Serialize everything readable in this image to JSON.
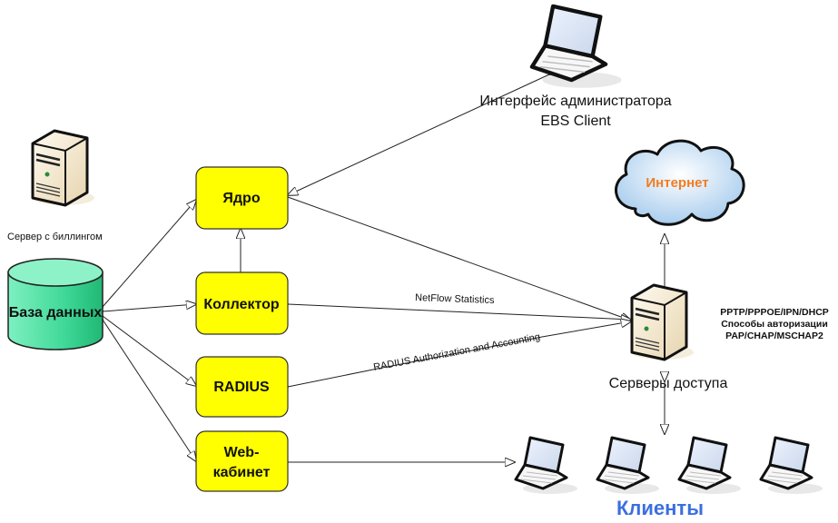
{
  "diagram": {
    "nodes": {
      "billing_server_caption": "Сервер с биллингом",
      "database": "База данных",
      "core": "Ядро",
      "collector": "Коллектор",
      "radius": "RADIUS",
      "web_cabinet_line1": "Web-",
      "web_cabinet_line2": "кабинет",
      "admin_line1": "Интерфейс администратора",
      "admin_line2": "EBS Client",
      "internet": "Интернет",
      "access_servers": "Серверы доступа",
      "protocols_line1": "PPTP/PPPOE/IPN/DHCP",
      "protocols_line2": "Способы авторизации",
      "protocols_line3": "PAP/CHAP/MSCHAP2",
      "clients": "Клиенты"
    },
    "edge_labels": {
      "netflow": "NetFlow Statistics",
      "radius_auth": "RADIUS Authorization and Accounting"
    },
    "colors": {
      "process_box": "#ffff00",
      "database": "#4fe0a6",
      "internet_text": "#f07c22",
      "clients_text": "#3b6fe0"
    }
  }
}
